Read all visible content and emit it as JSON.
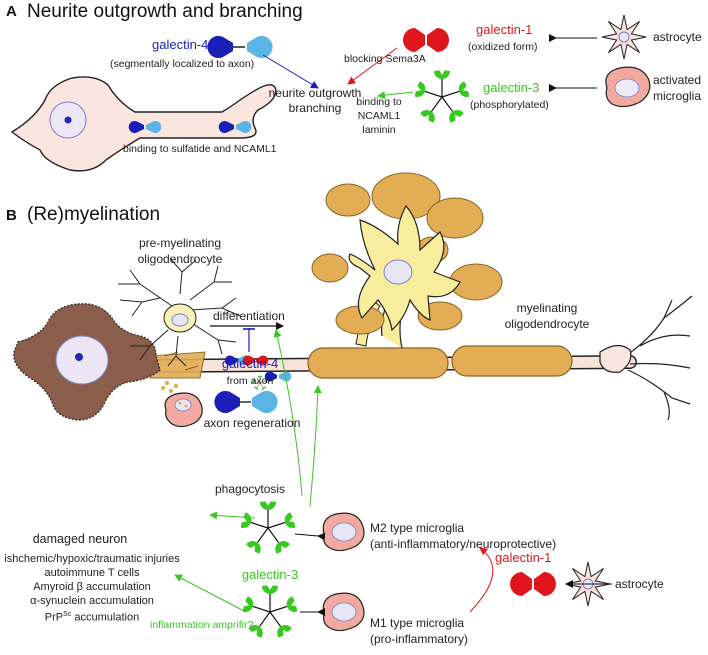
{
  "panel_a": {
    "letter": "A",
    "title": "Neurite outgrowth and branching",
    "galectin4": "galectin-4",
    "galectin4_note": "(segmentally localized to axon)",
    "galectin1": "galectin-1",
    "galectin1_note": "(oxidized form)",
    "galectin3": "galectin-3",
    "galectin3_note": "(phosphorylated)",
    "blocking": "blocking Sema3A",
    "binding_ncaml1_1": "binding to",
    "binding_ncaml1_2": "NCAML1",
    "binding_ncaml1_3": "laminin",
    "neurite_1": "neurite outgrowth",
    "neurite_2": "branching",
    "astrocyte": "astrocyte",
    "microglia_1": "activated",
    "microglia_2": "microglia",
    "sulfatide": "binding to sulfatide and NCAML1"
  },
  "panel_b": {
    "letter": "B",
    "title": "(Re)myelination",
    "premyel_1": "pre-myelinating",
    "premyel_2": "oligodendrocyte",
    "differentiation": "differentiation",
    "myel_1": "myelinating",
    "myel_2": "oligodendrocyte",
    "galectin4": "galectin-4",
    "from_axon": "from axon",
    "axon_regen": "axon regeneration",
    "phagocytosis": "phagocytosis",
    "damaged_neuron": "damaged neuron",
    "causes": [
      "ishchemic/hypoxic/traumatic injuries",
      "autoimmune T cells",
      "Amyroid β accumulation",
      "α-synuclein accumulation"
    ],
    "prp": "PrP",
    "prp_sup": "Sc",
    "prp_rest": " accumulation",
    "galectin3": "galectin-3",
    "inflammation": "inflammation amprifir?",
    "m2_1": "M2 type microglia",
    "m2_2": "(anti-inflammatory/neuroprotective)",
    "m1_1": "M1 type microglia",
    "m1_2": "(pro-inflammatory)",
    "galectin1": "galectin-1",
    "astrocyte": "astrocyte"
  },
  "colors": {
    "galectin4": "#1a1fb8",
    "galectin1": "#e0161d",
    "galectin3": "#36c91e",
    "myelin": "#e2ad55",
    "neuron_damaged": "#8b5e4b"
  }
}
